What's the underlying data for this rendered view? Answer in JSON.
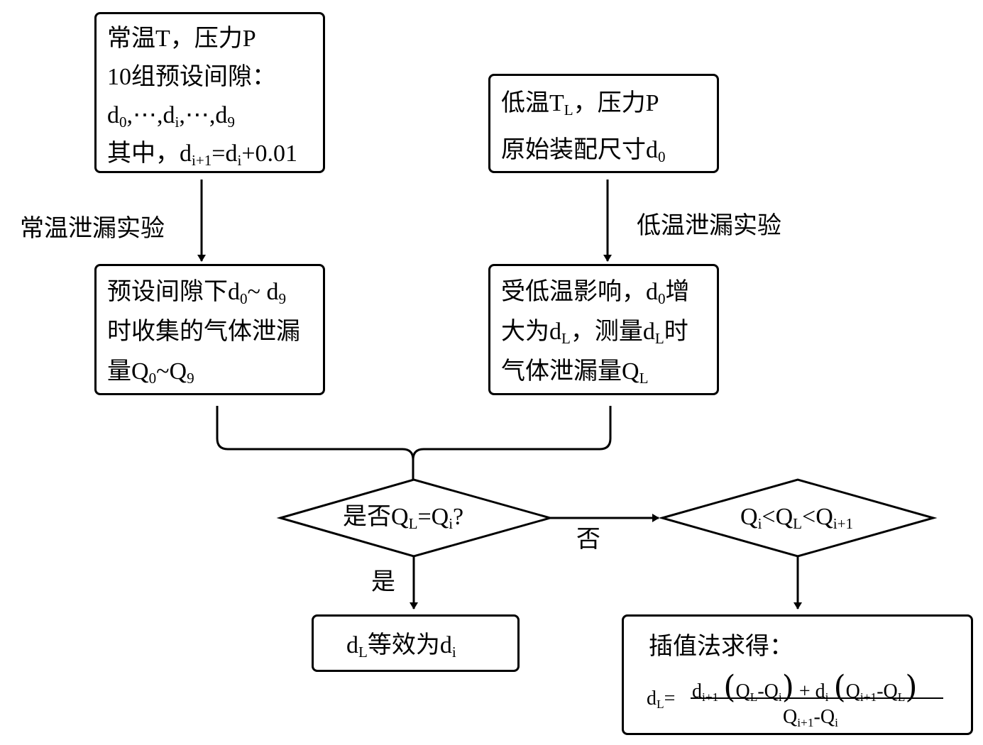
{
  "box_a": {
    "line1": "常温T，压力P",
    "line2": "10组预设间隙：",
    "line3": [
      "d",
      "0",
      ",⋯,d",
      "i",
      ",⋯,d",
      "9"
    ],
    "line4": [
      "其中，d",
      "i+1",
      "=d",
      "i",
      "+0.01"
    ]
  },
  "box_b": {
    "line1": [
      "低温T",
      "L",
      "，压力P"
    ],
    "line2": [
      "原始装配尺寸d",
      "0"
    ]
  },
  "label_left": "常温泄漏实验",
  "label_right": "低温泄漏实验",
  "box_c": {
    "line1": [
      "预设间隙下d",
      "0",
      "~ d",
      "9"
    ],
    "line2": "时收集的气体泄漏",
    "line3": [
      "量Q",
      "0",
      "~Q",
      "9"
    ]
  },
  "box_d": {
    "line1": [
      "受低温影响，d",
      "0",
      "增"
    ],
    "line2": [
      "大为d",
      "L",
      "，测量d",
      "L",
      "时"
    ],
    "line3": [
      "气体泄漏量Q",
      "L"
    ]
  },
  "diamond_1": [
    "是否Q",
    "L",
    "=Q",
    "i",
    "?"
  ],
  "diamond_2": [
    "Q",
    "i",
    "<Q",
    "L",
    "<Q",
    "i+1"
  ],
  "label_no": "否",
  "label_yes": "是",
  "box_e": [
    "d",
    "L",
    "等效为d",
    "i"
  ],
  "box_f": {
    "title": "插值法求得：",
    "lhs": [
      "d",
      "L",
      "="
    ],
    "numerator": [
      "d",
      "i+1",
      "Q",
      "L",
      "-Q",
      "i",
      "+ d",
      "i",
      "Q",
      "i+1",
      "-Q",
      "L"
    ],
    "parens": [
      "(",
      ")"
    ],
    "denominator": [
      "Q",
      "i+1",
      "-Q",
      "i"
    ]
  }
}
